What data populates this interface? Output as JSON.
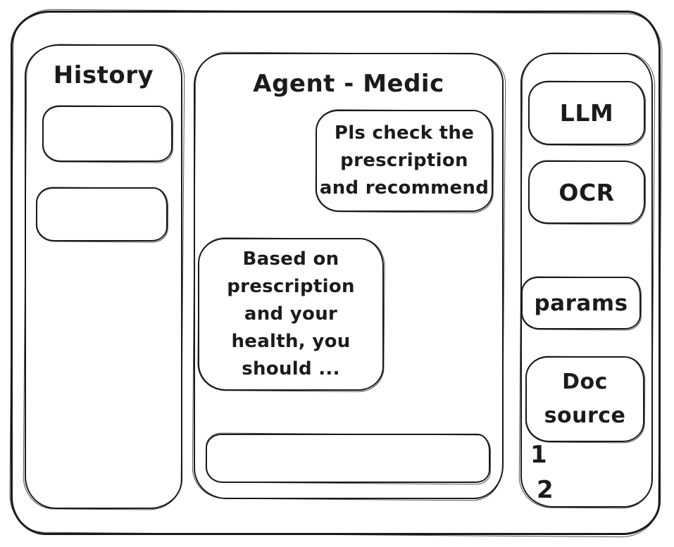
{
  "colors": {
    "stroke": "#1b1b1b",
    "background": "#ffffff"
  },
  "history_panel": {
    "title": "History",
    "items": [
      {
        "label": ""
      },
      {
        "label": ""
      }
    ]
  },
  "chat_panel": {
    "title": "Agent - Medic",
    "messages": [
      {
        "role": "user",
        "text": "Pls check the\nprescription\nand recommend"
      },
      {
        "role": "agent",
        "text": "Based on\nprescription\nand your\nhealth, you\nshould ..."
      }
    ],
    "input": {
      "value": ""
    }
  },
  "tools_panel": {
    "buttons": [
      {
        "id": "llm",
        "label": "LLM"
      },
      {
        "id": "ocr",
        "label": "OCR"
      },
      {
        "id": "params",
        "label": "params"
      },
      {
        "id": "doc-source",
        "label": "Doc\nsource"
      }
    ],
    "doc_source_items": [
      "1",
      "2"
    ]
  }
}
